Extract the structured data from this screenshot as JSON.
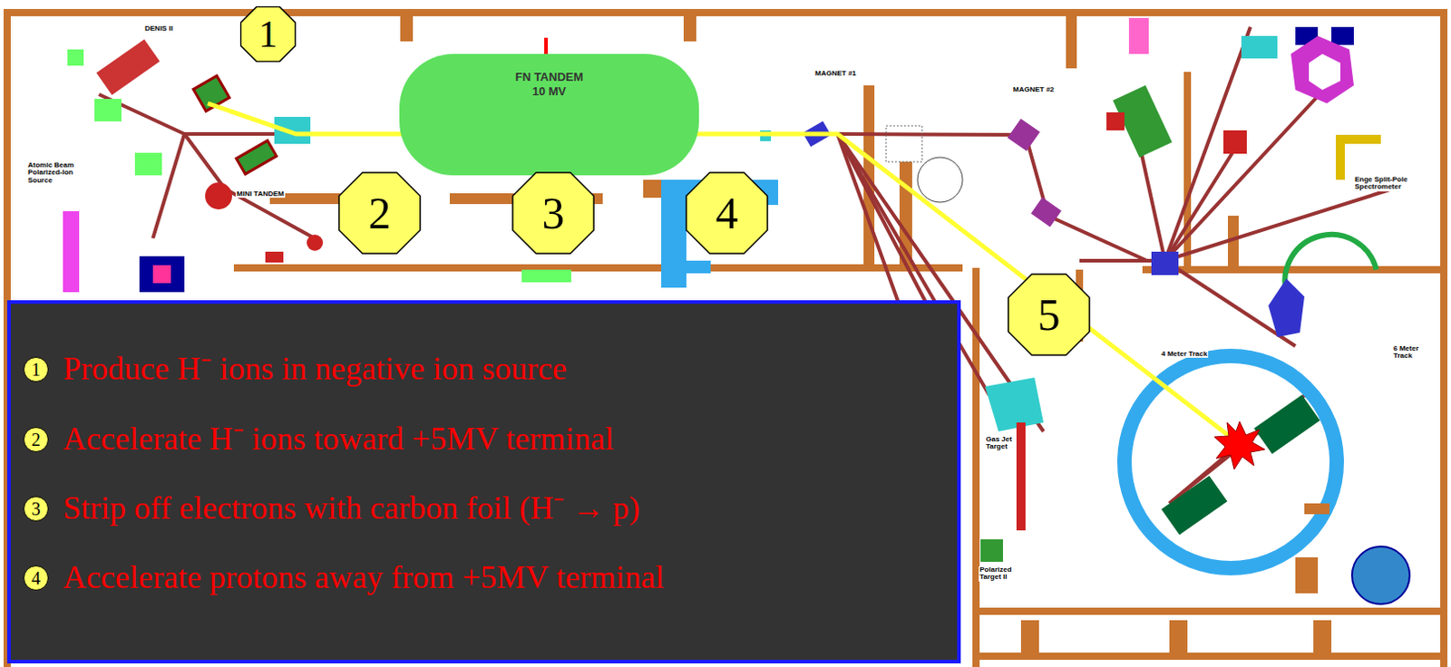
{
  "diagram": {
    "nodes": [
      {
        "text": [
          "1"
        ]
      },
      {
        "text": [
          "FN TANDEM 10 MV"
        ]
      },
      {
        "text": [
          "2"
        ]
      },
      {
        "text": [
          "3"
        ]
      },
      {
        "text": [
          "4"
        ]
      },
      {
        "text": [
          "5"
        ]
      },
      {
        "text": [
          "1"
        ]
      },
      {
        "text": [
          "2"
        ]
      },
      {
        "text": [
          "3"
        ]
      },
      {
        "text": [
          "4"
        ]
      }
    ],
    "labels": [
      "DENIS II",
      "Atomic Beam Polarized-Ion Source",
      "MINI TANDEM",
      "MAGNET #1",
      "MAGNET #2",
      "Enge Split-Pole Spectrometer",
      "4 Meter Track",
      "6 Meter Track",
      "Gas Jet Target",
      "Polarized Target II",
      "Produce H⁻ ions in negative ion source",
      "Accelerate H⁻ ions toward +5MV terminal",
      "Strip off electrons with carbon foil (H⁻ → p)",
      "Accelerate protons away from +5MV terminal"
    ]
  }
}
